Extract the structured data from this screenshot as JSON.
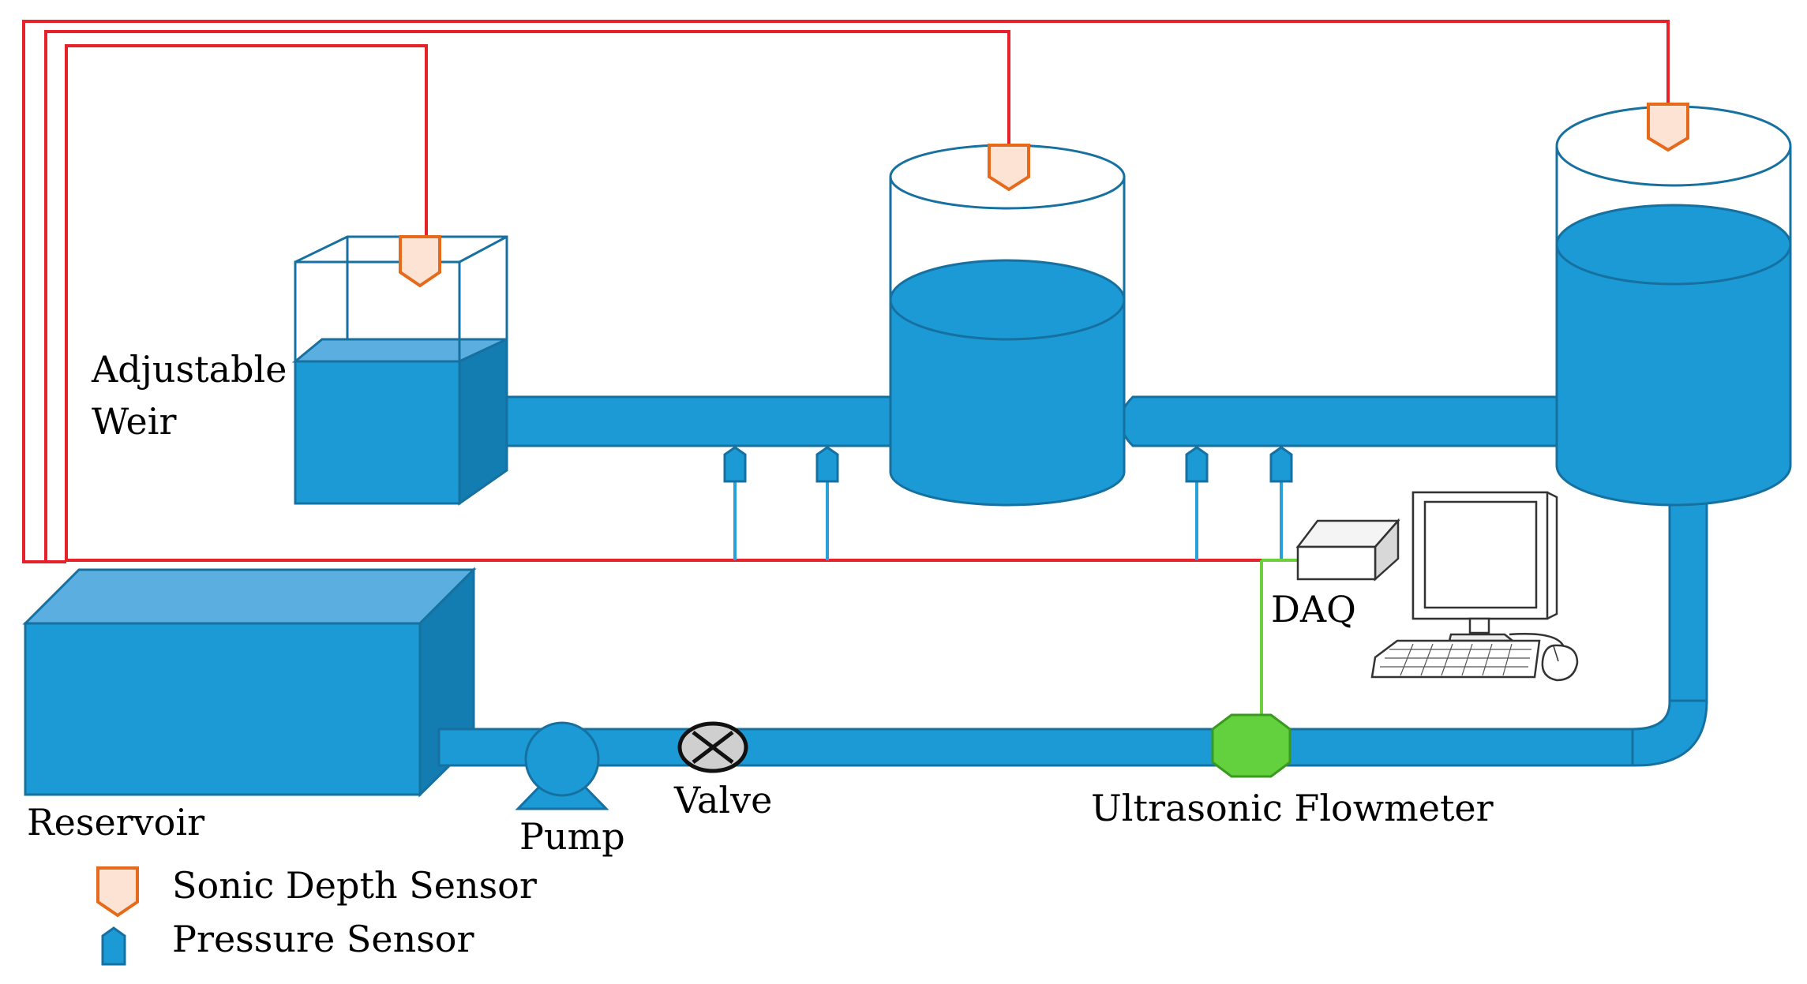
{
  "labels": {
    "weir_line1": "Adjustable",
    "weir_line2": "Weir",
    "daq": "DAQ",
    "reservoir": "Reservoir",
    "pump": "Pump",
    "valve": "Valve",
    "flowmeter": "Ultrasonic Flowmeter"
  },
  "legend": [
    {
      "icon": "sonic-depth-sensor-icon",
      "label": "Sonic Depth Sensor"
    },
    {
      "icon": "pressure-sensor-icon",
      "label": "Pressure Sensor"
    }
  ],
  "colors": {
    "water": "#1b9ad6",
    "water_dark": "#137cb0",
    "water_light": "#5aaee0",
    "outline": "#1670a0",
    "signal_wire": "#e8202a",
    "sensor_lead": "#2aa0d8",
    "flowmeter_wire": "#6ccf3c",
    "flowmeter": "#62d13d",
    "sonic_sensor_fill": "#fde3d4",
    "sonic_sensor_stroke": "#e56a1c",
    "valve_fill": "#cfcfcf"
  }
}
